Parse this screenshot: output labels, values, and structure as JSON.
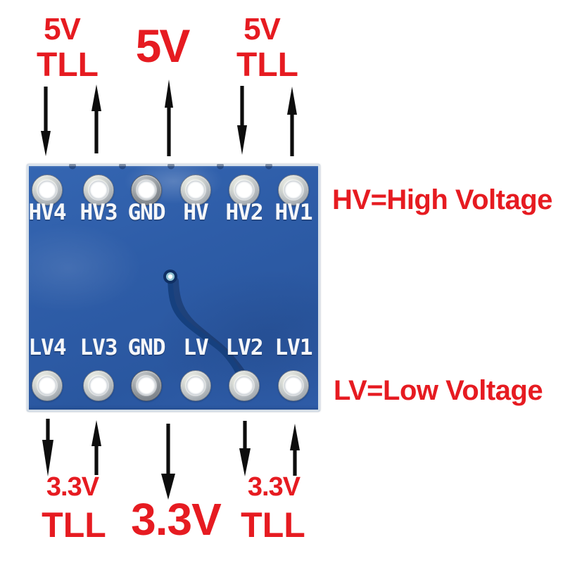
{
  "board": {
    "top_pins": [
      "HV4",
      "HV3",
      "GND",
      "HV",
      "HV2",
      "HV1"
    ],
    "bottom_pins": [
      "LV4",
      "LV3",
      "GND",
      "LV",
      "LV2",
      "LV1"
    ]
  },
  "annotations": {
    "top_left_voltage": "5V",
    "top_left_logic": "TLL",
    "top_center_voltage": "5V",
    "top_right_voltage": "5V",
    "top_right_logic": "TLL",
    "hv_legend": "HV=High Voltage",
    "lv_legend": "LV=Low Voltage",
    "bottom_left_voltage": "3.3V",
    "bottom_left_logic": "TLL",
    "bottom_center_voltage": "3.3V",
    "bottom_right_voltage": "3.3V",
    "bottom_right_logic": "TLL"
  },
  "arrows": {
    "top": [
      "down",
      "up",
      "up",
      "down",
      "up"
    ],
    "bottom": [
      "down",
      "up",
      "down",
      "down",
      "up"
    ]
  },
  "colors": {
    "annotation_red": "#e61b21",
    "pcb_blue": "#2d5ca7",
    "trace_blue": "#16407e",
    "pad_silver": "#c9ccd1",
    "silkscreen_white": "#f5f7fa",
    "arrow_black": "#0d0d0d"
  }
}
